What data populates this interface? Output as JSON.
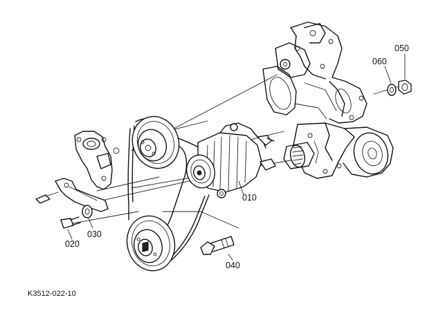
{
  "callouts": {
    "c010": "010",
    "c020": "020",
    "c030": "030",
    "c040": "040",
    "c050": "050",
    "c060": "060"
  },
  "drawing_code": "K3512-022-10"
}
